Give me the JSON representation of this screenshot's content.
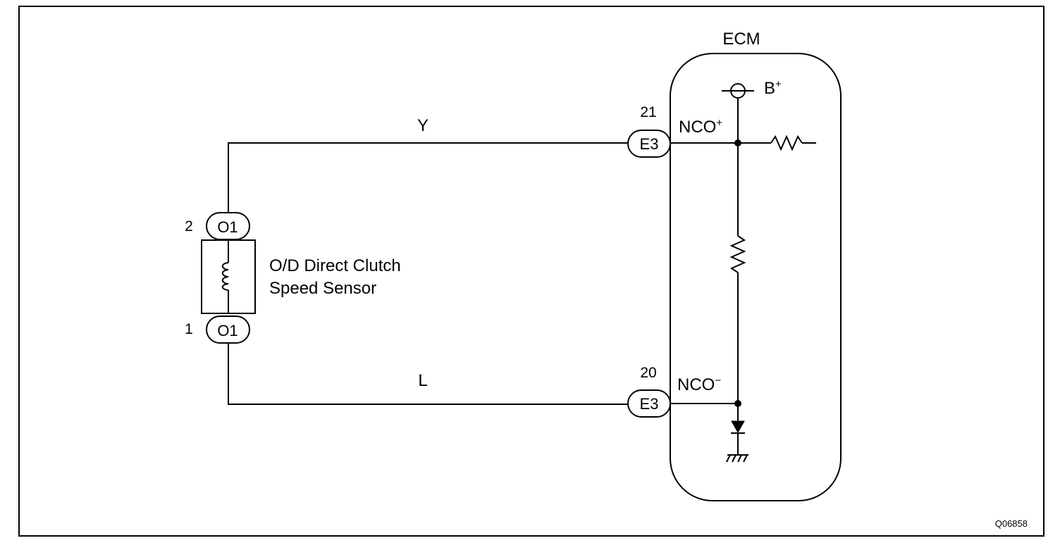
{
  "ecm": {
    "title": "ECM"
  },
  "wires": {
    "top_color": "Y",
    "bottom_color": "L"
  },
  "sensor": {
    "name_line1": "O/D Direct Clutch",
    "name_line2": "Speed Sensor",
    "connector": "O1",
    "pin_top": "2",
    "pin_bottom": "1"
  },
  "ecm_connectors": {
    "connector": "E3",
    "pin_top": "21",
    "pin_bottom": "20",
    "signal_plus": "NCO",
    "signal_plus_sup": "+",
    "signal_minus": "NCO",
    "signal_minus_sup": "−"
  },
  "power": {
    "label": "B",
    "sup": "+"
  },
  "figure_code": "Q06858"
}
